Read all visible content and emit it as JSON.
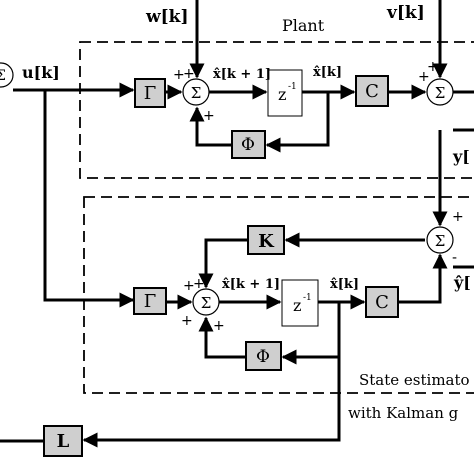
{
  "inputs": {
    "w": "w[k]",
    "v": "v[k]",
    "u": "u[k]"
  },
  "outputs": {
    "y": "y[",
    "yhat": "ŷ[",
    "sigma_left": "Σ"
  },
  "plant": {
    "title": "Plant",
    "gamma": "Γ",
    "phi": "Φ",
    "c": "C",
    "delay": "z",
    "delay_exp": "-1",
    "sum": "Σ",
    "x_next": "x̂[k + 1]",
    "x_k": "x̂[k]"
  },
  "estimator": {
    "caption_line1": "State estimato",
    "caption_line2": "with Kalman g",
    "gain": "K",
    "gamma": "Γ",
    "phi": "Φ",
    "c": "C",
    "delay": "z",
    "delay_exp": "-1",
    "sum": "Σ",
    "x_next": "x̂[k + 1]",
    "x_k": "x̂[k]"
  },
  "feedback_gain": "L",
  "signs": {
    "plus": "+",
    "minus": "-"
  }
}
